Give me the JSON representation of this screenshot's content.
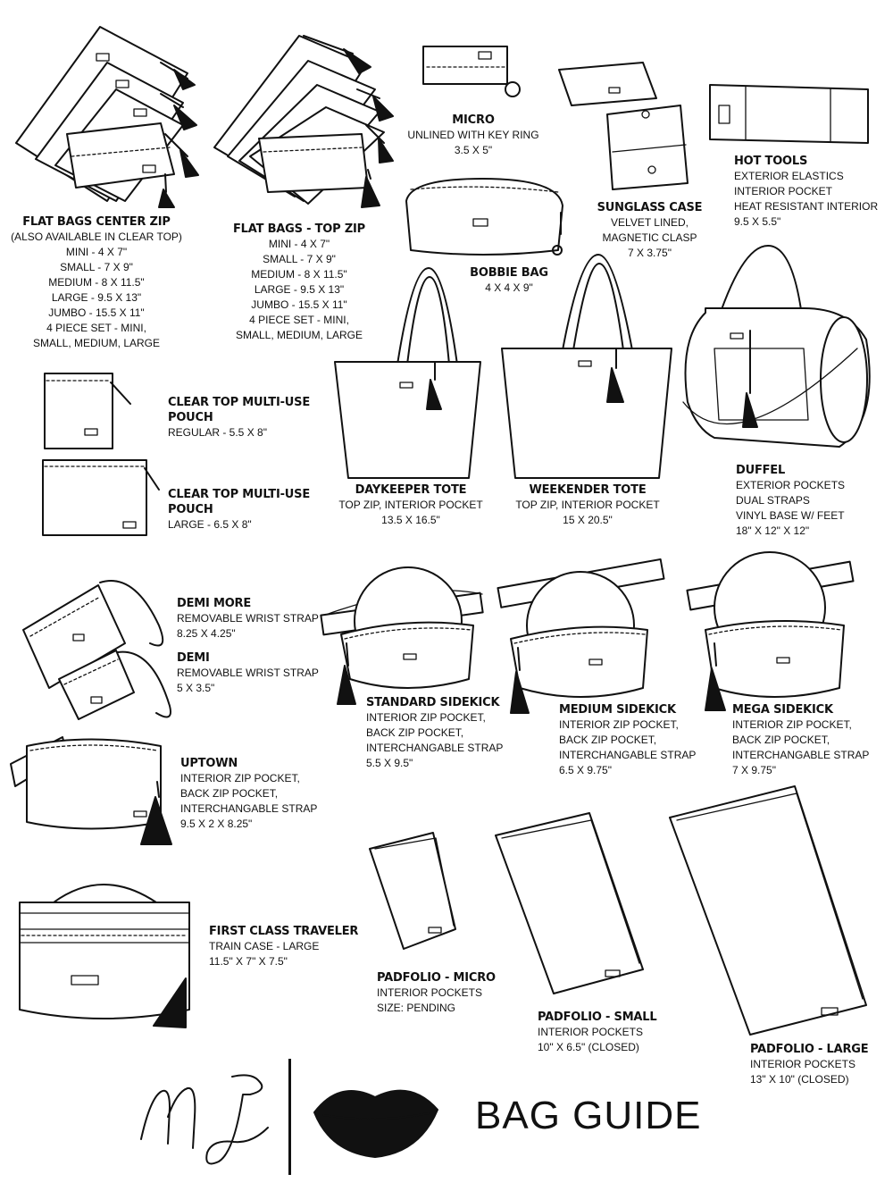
{
  "items": [
    {
      "title": "Flat Bags Center Zip",
      "lines": [
        "(Also available in clear top)",
        "Mini - 4 x 7\"",
        "Small - 7 x 9\"",
        "Medium - 8 x 11.5\"",
        "Large - 9.5 x 13\"",
        "Jumbo - 15.5 x 11\"",
        "4 piece set - mini,",
        "small, medium, large"
      ]
    },
    {
      "title": "Flat Bags - Top Zip",
      "lines": [
        "Mini - 4 x 7\"",
        "Small - 7 x 9\"",
        "Medium - 8 x 11.5\"",
        "Large - 9.5 x 13\"",
        "Jumbo - 15.5 x 11\"",
        "4 piece set - mini,",
        "small, medium, large"
      ]
    },
    {
      "title": "Micro",
      "lines": [
        "Unlined with key ring",
        "3.5 x 5\""
      ]
    },
    {
      "title": "Hot Tools",
      "lines": [
        "Exterior elastics",
        "Interior pocket",
        "Heat resistant interior",
        "9.5 x 5.5\""
      ]
    },
    {
      "title": "Sunglass Case",
      "lines": [
        "Velvet lined,",
        "Magnetic clasp",
        "7 x 3.75\""
      ]
    },
    {
      "title": "Bobbie Bag",
      "lines": [
        "4 x 4 x 9\""
      ]
    },
    {
      "title": "Clear Top Multi-Use Pouch",
      "lines": [
        "Regular - 5.5 x 8\""
      ]
    },
    {
      "title": "Clear Top Multi-Use Pouch",
      "lines": [
        "Large - 6.5 x 8\""
      ]
    },
    {
      "title": "Daykeeper Tote",
      "lines": [
        "Top zip, interior pocket",
        "13.5 x 16.5\""
      ]
    },
    {
      "title": "Weekender Tote",
      "lines": [
        "Top zip, interior pocket",
        "15 x 20.5\""
      ]
    },
    {
      "title": "Duffel",
      "lines": [
        "Exterior pockets",
        "Dual straps",
        "Vinyl base w/ feet",
        "18\" x 12\" x 12\""
      ]
    },
    {
      "title": "Demi More",
      "lines": [
        "Removable wrist strap",
        "8.25 x 4.25\""
      ]
    },
    {
      "title": "Demi",
      "lines": [
        "Removable wrist strap",
        "5 x 3.5\""
      ]
    },
    {
      "title": "Standard Sidekick",
      "lines": [
        "Interior zip pocket,",
        "back zip pocket,",
        "interchangable strap",
        "5.5 x 9.5\""
      ]
    },
    {
      "title": "Medium Sidekick",
      "lines": [
        "Interior zip pocket,",
        "back zip pocket,",
        "interchangable strap",
        "6.5 x 9.75\""
      ]
    },
    {
      "title": "Mega Sidekick",
      "lines": [
        "Interior zip pocket,",
        "back zip pocket,",
        "interchangable strap",
        "7 x 9.75\""
      ]
    },
    {
      "title": "Uptown",
      "lines": [
        "Interior zip pocket,",
        "back zip pocket,",
        "interchangable strap",
        "9.5 x 2 x 8.25\""
      ]
    },
    {
      "title": "First Class Traveler",
      "lines": [
        "Train case - large",
        "11.5\" x 7\" x 7.5\""
      ]
    },
    {
      "title": "Padfolio - Micro",
      "lines": [
        "Interior pockets",
        "Size: pending"
      ]
    },
    {
      "title": "Padfolio - Small",
      "lines": [
        "Interior pockets",
        "10\" x 6.5\" (closed)"
      ]
    },
    {
      "title": "Padfolio - Large",
      "lines": [
        "Interior pockets",
        "13\" x 10\" (closed)"
      ]
    }
  ],
  "footer": {
    "title": "BAG GUIDE",
    "logo_icon": "mj-monogram-icon",
    "lips_icon": "lips-icon"
  },
  "colors": {
    "ink": "#111111",
    "background": "#ffffff"
  }
}
